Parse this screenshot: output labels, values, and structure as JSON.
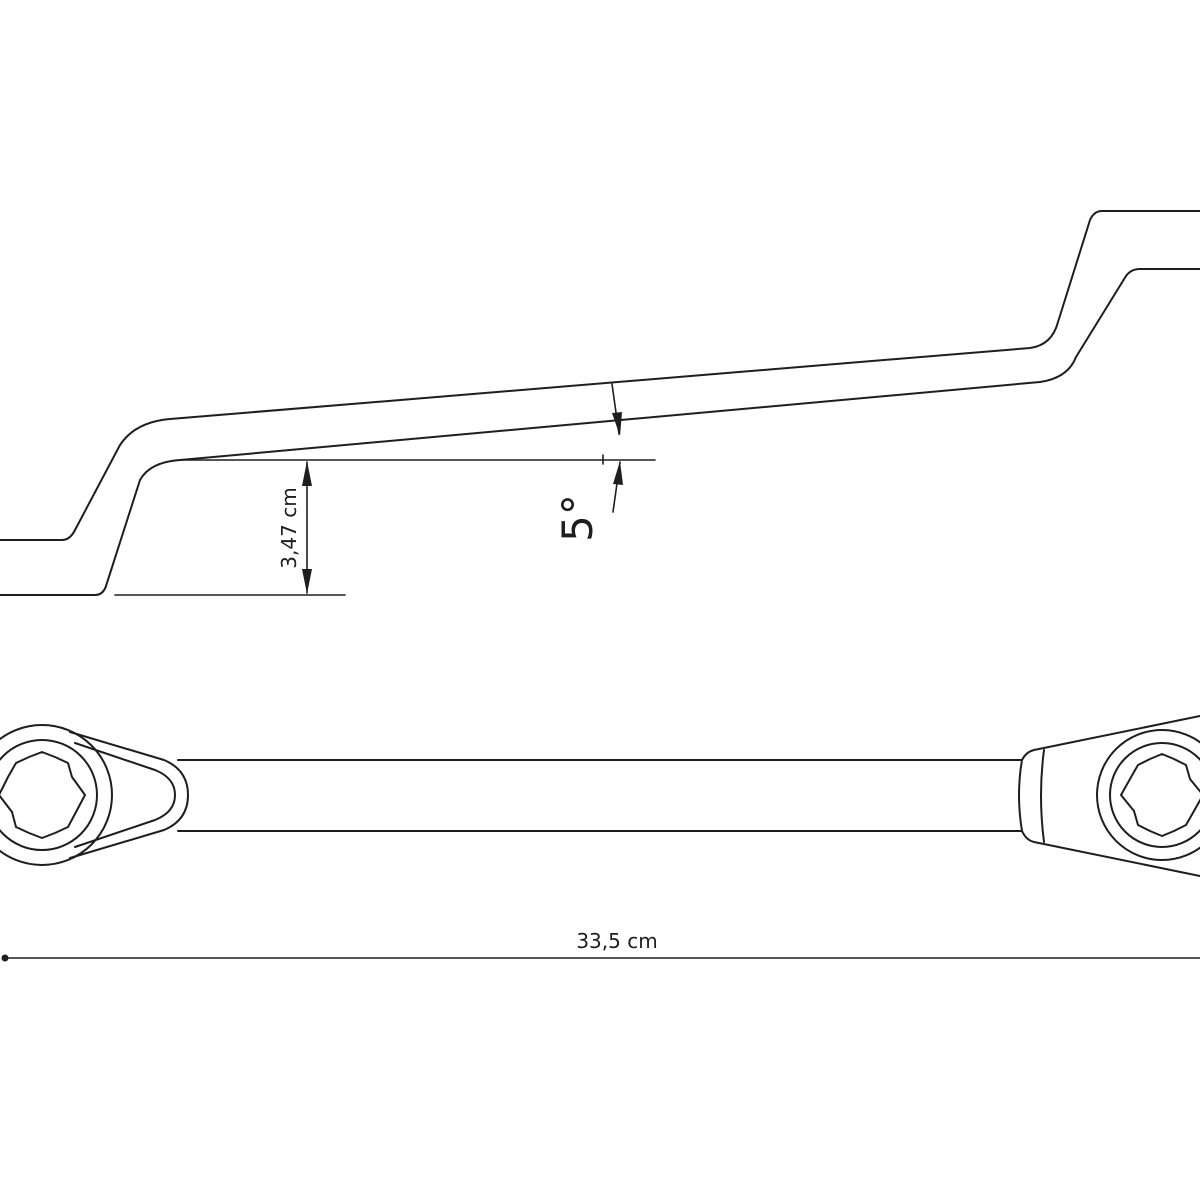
{
  "drawing": {
    "subject": "offset double ring ratchet wrench",
    "side_view": {
      "offset_height_label": "3,47 cm",
      "offset_angle_label": "5°"
    },
    "top_view": {
      "length_label": "33,5 cm"
    },
    "line_color": "#1e1e1e",
    "background_color": "#ffffff"
  }
}
